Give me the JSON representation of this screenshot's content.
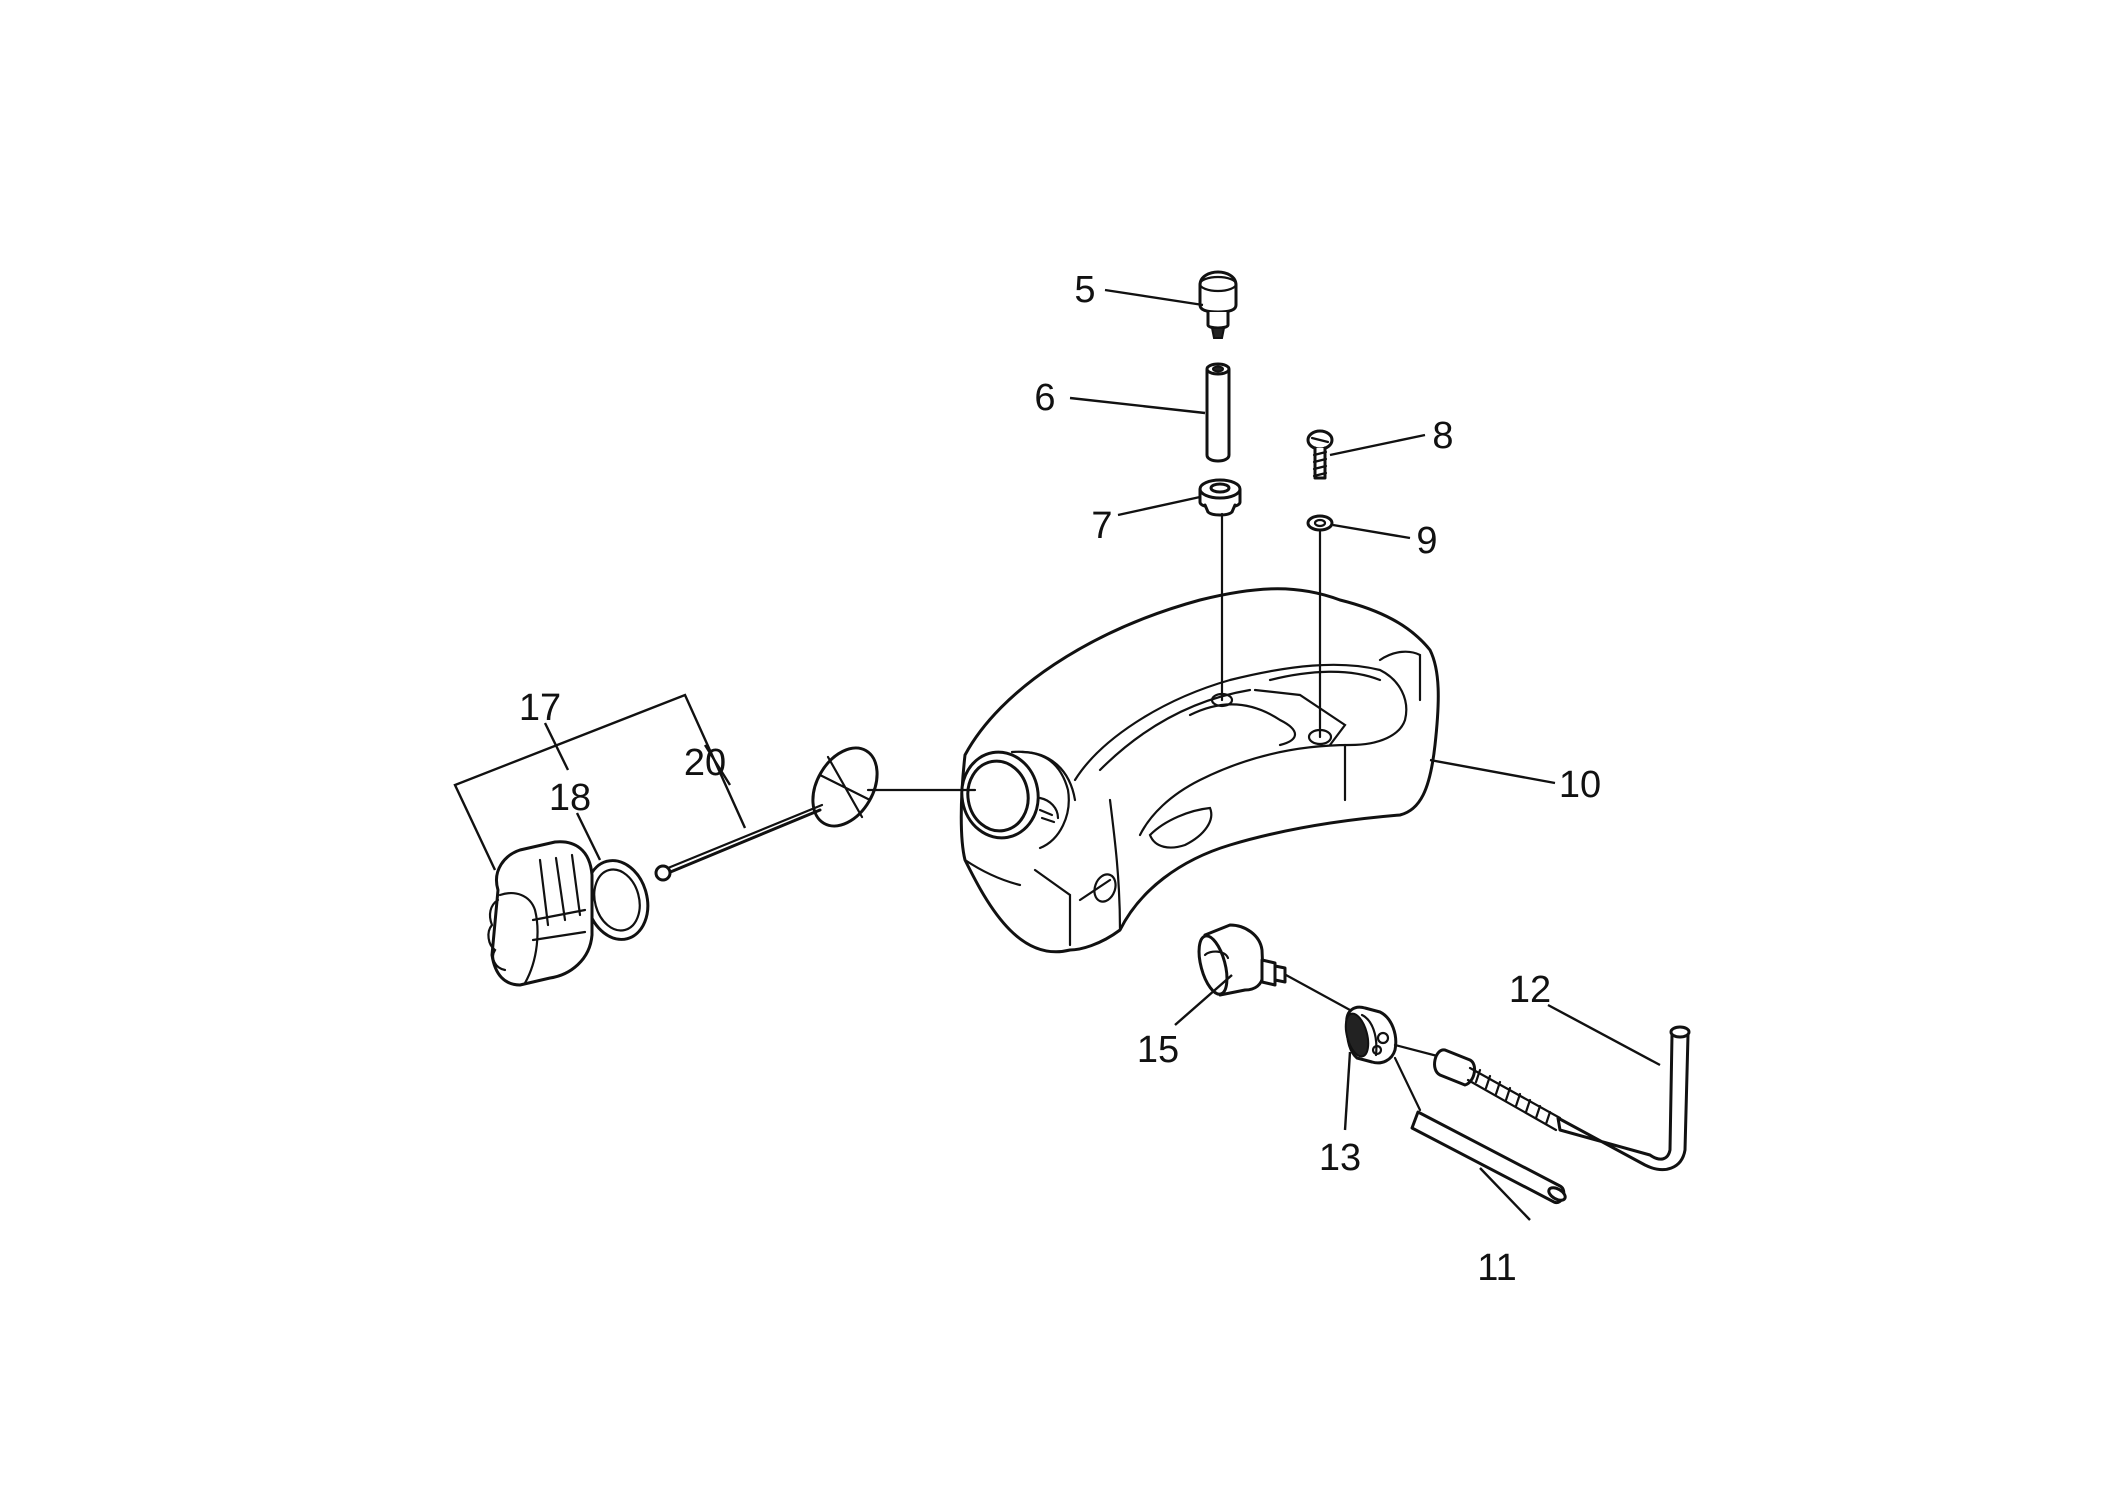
{
  "diagram": {
    "callouts": [
      {
        "id": "c5",
        "label": "5"
      },
      {
        "id": "c6",
        "label": "6"
      },
      {
        "id": "c7",
        "label": "7"
      },
      {
        "id": "c8",
        "label": "8"
      },
      {
        "id": "c9",
        "label": "9"
      },
      {
        "id": "c10",
        "label": "10"
      },
      {
        "id": "c11",
        "label": "11"
      },
      {
        "id": "c12",
        "label": "12"
      },
      {
        "id": "c13",
        "label": "13"
      },
      {
        "id": "c15",
        "label": "15"
      },
      {
        "id": "c17",
        "label": "17"
      },
      {
        "id": "c18",
        "label": "18"
      },
      {
        "id": "c20",
        "label": "20"
      }
    ]
  }
}
